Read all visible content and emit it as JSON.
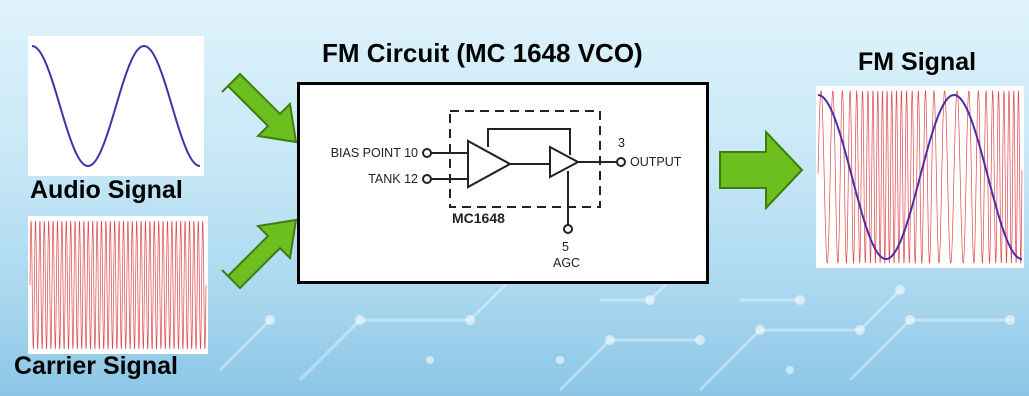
{
  "title": "FM Circuit (MC 1648 VCO)",
  "labels": {
    "audio": "Audio Signal",
    "carrier": "Carrier Signal",
    "fm": "FM Signal"
  },
  "circuit": {
    "chip": "MC1648",
    "bias_pin": "BIAS POINT 10",
    "tank_pin": "TANK 12",
    "output_pin_number": "3",
    "output_pin": "OUTPUT",
    "agc_pin_number": "5",
    "agc_pin": "AGC"
  },
  "colors": {
    "audio_wave": "#4b2fa8",
    "carrier_wave": "#e0474c",
    "arrow_fill": "#6cbf1f",
    "arrow_stroke": "#3d7d0d"
  }
}
